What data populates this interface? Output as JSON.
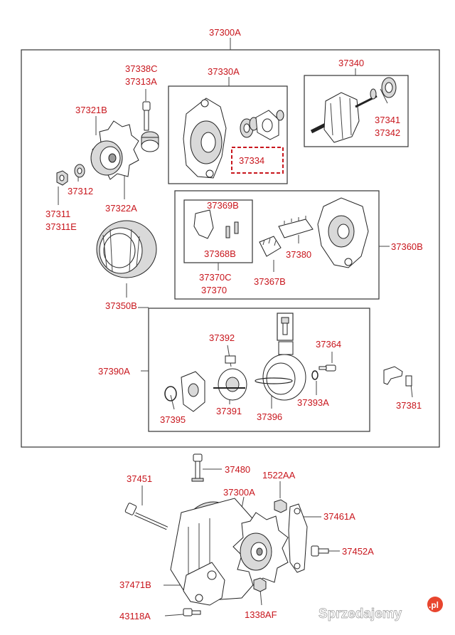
{
  "labels": {
    "l37300A_top": "37300A",
    "l37330A": "37330A",
    "l37340": "37340",
    "l37338C": "37338C",
    "l37313A": "37313A",
    "l37321B": "37321B",
    "l37334": "37334",
    "l37341": "37341",
    "l37342": "37342",
    "l37312": "37312",
    "l37311": "37311",
    "l37311E": "37311E",
    "l37322A": "37322A",
    "l37369B": "37369B",
    "l37368B": "37368B",
    "l37380": "37380",
    "l37360B": "37360B",
    "l37370C": "37370C",
    "l37370": "37370",
    "l37367B": "37367B",
    "l37350B": "37350B",
    "l37392": "37392",
    "l37364": "37364",
    "l37390A": "37390A",
    "l37395": "37395",
    "l37391": "37391",
    "l37396": "37396",
    "l37393A": "37393A",
    "l37381": "37381",
    "l37451": "37451",
    "l37480": "37480",
    "l1522AA": "1522AA",
    "l37300A_bottom": "37300A",
    "l37461A": "37461A",
    "l37452A": "37452A",
    "l37471B": "37471B",
    "l43118A": "43118A",
    "l1338AF": "1338AF"
  },
  "watermark": {
    "text": "Sprzedajemy",
    "suffix": ".pl"
  },
  "colors": {
    "label": "#c8161d",
    "highlight_box": "#c8161d",
    "watermark_badge": "#e8452e"
  }
}
